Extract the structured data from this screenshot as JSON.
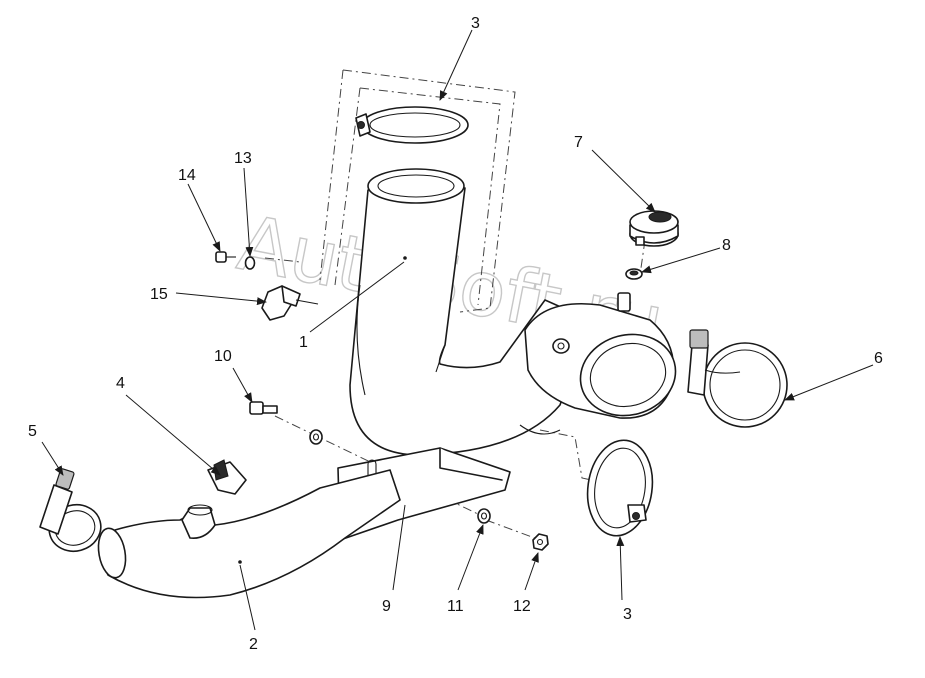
{
  "watermark": "AutoSoft.ru",
  "callouts": {
    "c1": "1",
    "c2": "2",
    "c3a": "3",
    "c3b": "3",
    "c4": "4",
    "c5": "5",
    "c6": "6",
    "c7": "7",
    "c8": "8",
    "c9": "9",
    "c10": "10",
    "c11": "11",
    "c12": "12",
    "c13": "13",
    "c14": "14",
    "c15": "15"
  },
  "colors": {
    "line": "#1a1a1a",
    "watermark": "#9a9a9a",
    "background": "#ffffff"
  }
}
